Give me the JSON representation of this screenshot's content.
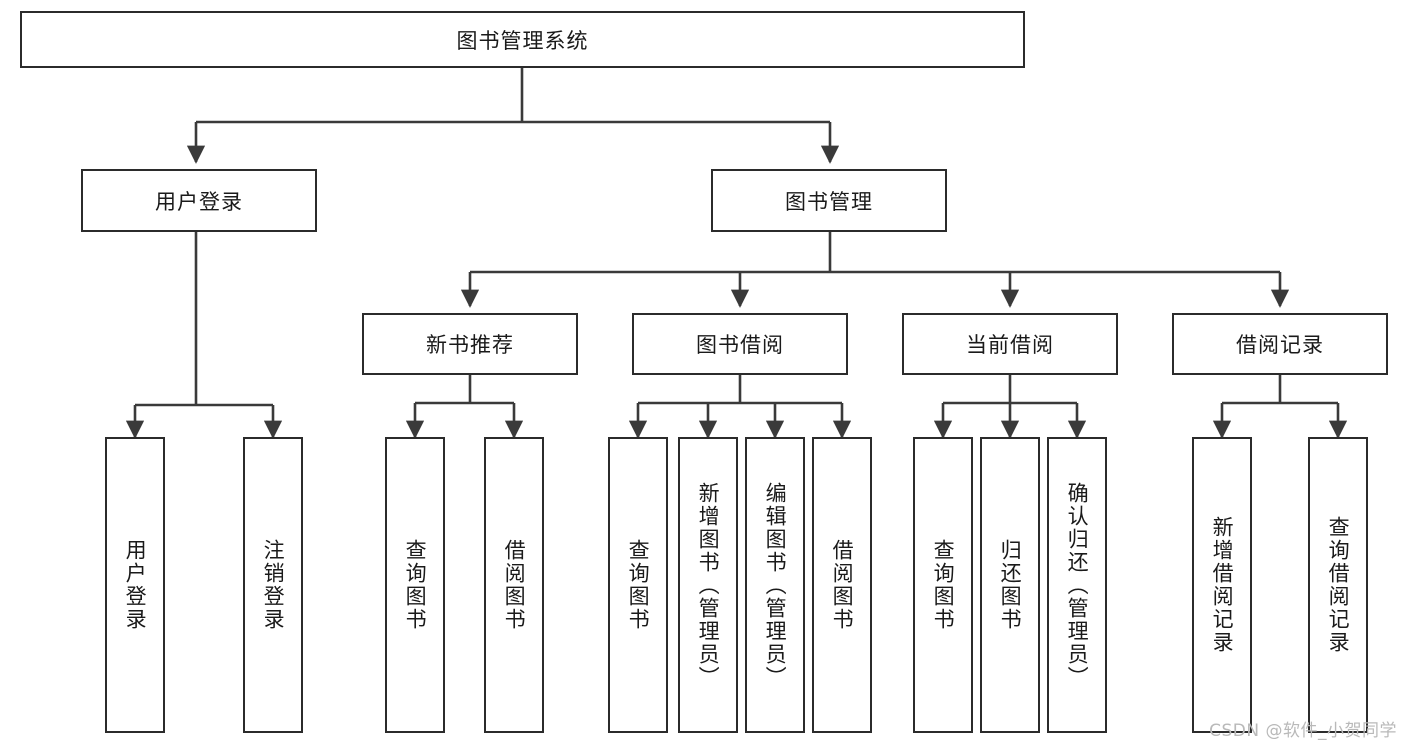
{
  "diagram": {
    "title_node": {
      "label": "图书管理系统"
    },
    "level2": [
      {
        "id": "user-login",
        "label": "用户登录"
      },
      {
        "id": "book-management",
        "label": "图书管理"
      }
    ],
    "level3": [
      {
        "id": "new-book-recommend",
        "label": "新书推荐"
      },
      {
        "id": "book-borrow",
        "label": "图书借阅"
      },
      {
        "id": "current-borrow",
        "label": "当前借阅"
      },
      {
        "id": "borrow-record",
        "label": "借阅记录"
      }
    ],
    "leaves": [
      {
        "id": "leaf-user-login",
        "label": "用户登录"
      },
      {
        "id": "leaf-logout-login",
        "label": "注销登录"
      },
      {
        "id": "leaf-query-book-1",
        "label": "查询图书"
      },
      {
        "id": "leaf-borrow-book-1",
        "label": "借阅图书"
      },
      {
        "id": "leaf-query-book-2",
        "label": "查询图书"
      },
      {
        "id": "leaf-add-book",
        "label": "新增图书（管理员）"
      },
      {
        "id": "leaf-edit-book",
        "label": "编辑图书（管理员）"
      },
      {
        "id": "leaf-borrow-book-2",
        "label": "借阅图书"
      },
      {
        "id": "leaf-query-book-3",
        "label": "查询图书"
      },
      {
        "id": "leaf-return-book",
        "label": "归还图书"
      },
      {
        "id": "leaf-confirm-return",
        "label": "确认归还（管理员）"
      },
      {
        "id": "leaf-add-borrow-record",
        "label": "新增借阅记录"
      },
      {
        "id": "leaf-query-borrow-record",
        "label": "查询借阅记录"
      }
    ]
  },
  "watermark": {
    "text": "CSDN @软件_小贺同学"
  },
  "colors": {
    "border": "#2b2b2b",
    "text": "#1a1a1a",
    "background": "#ffffff",
    "watermark": "#b9b9b9"
  }
}
